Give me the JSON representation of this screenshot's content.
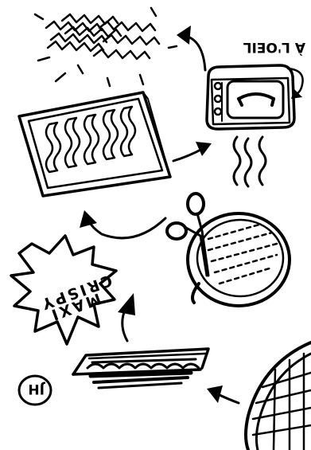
{
  "annotations": {
    "oven_note": "À L'OEIL",
    "burst_line1": "MAXI",
    "burst_line2": "CRISPY",
    "signature": "JH"
  }
}
